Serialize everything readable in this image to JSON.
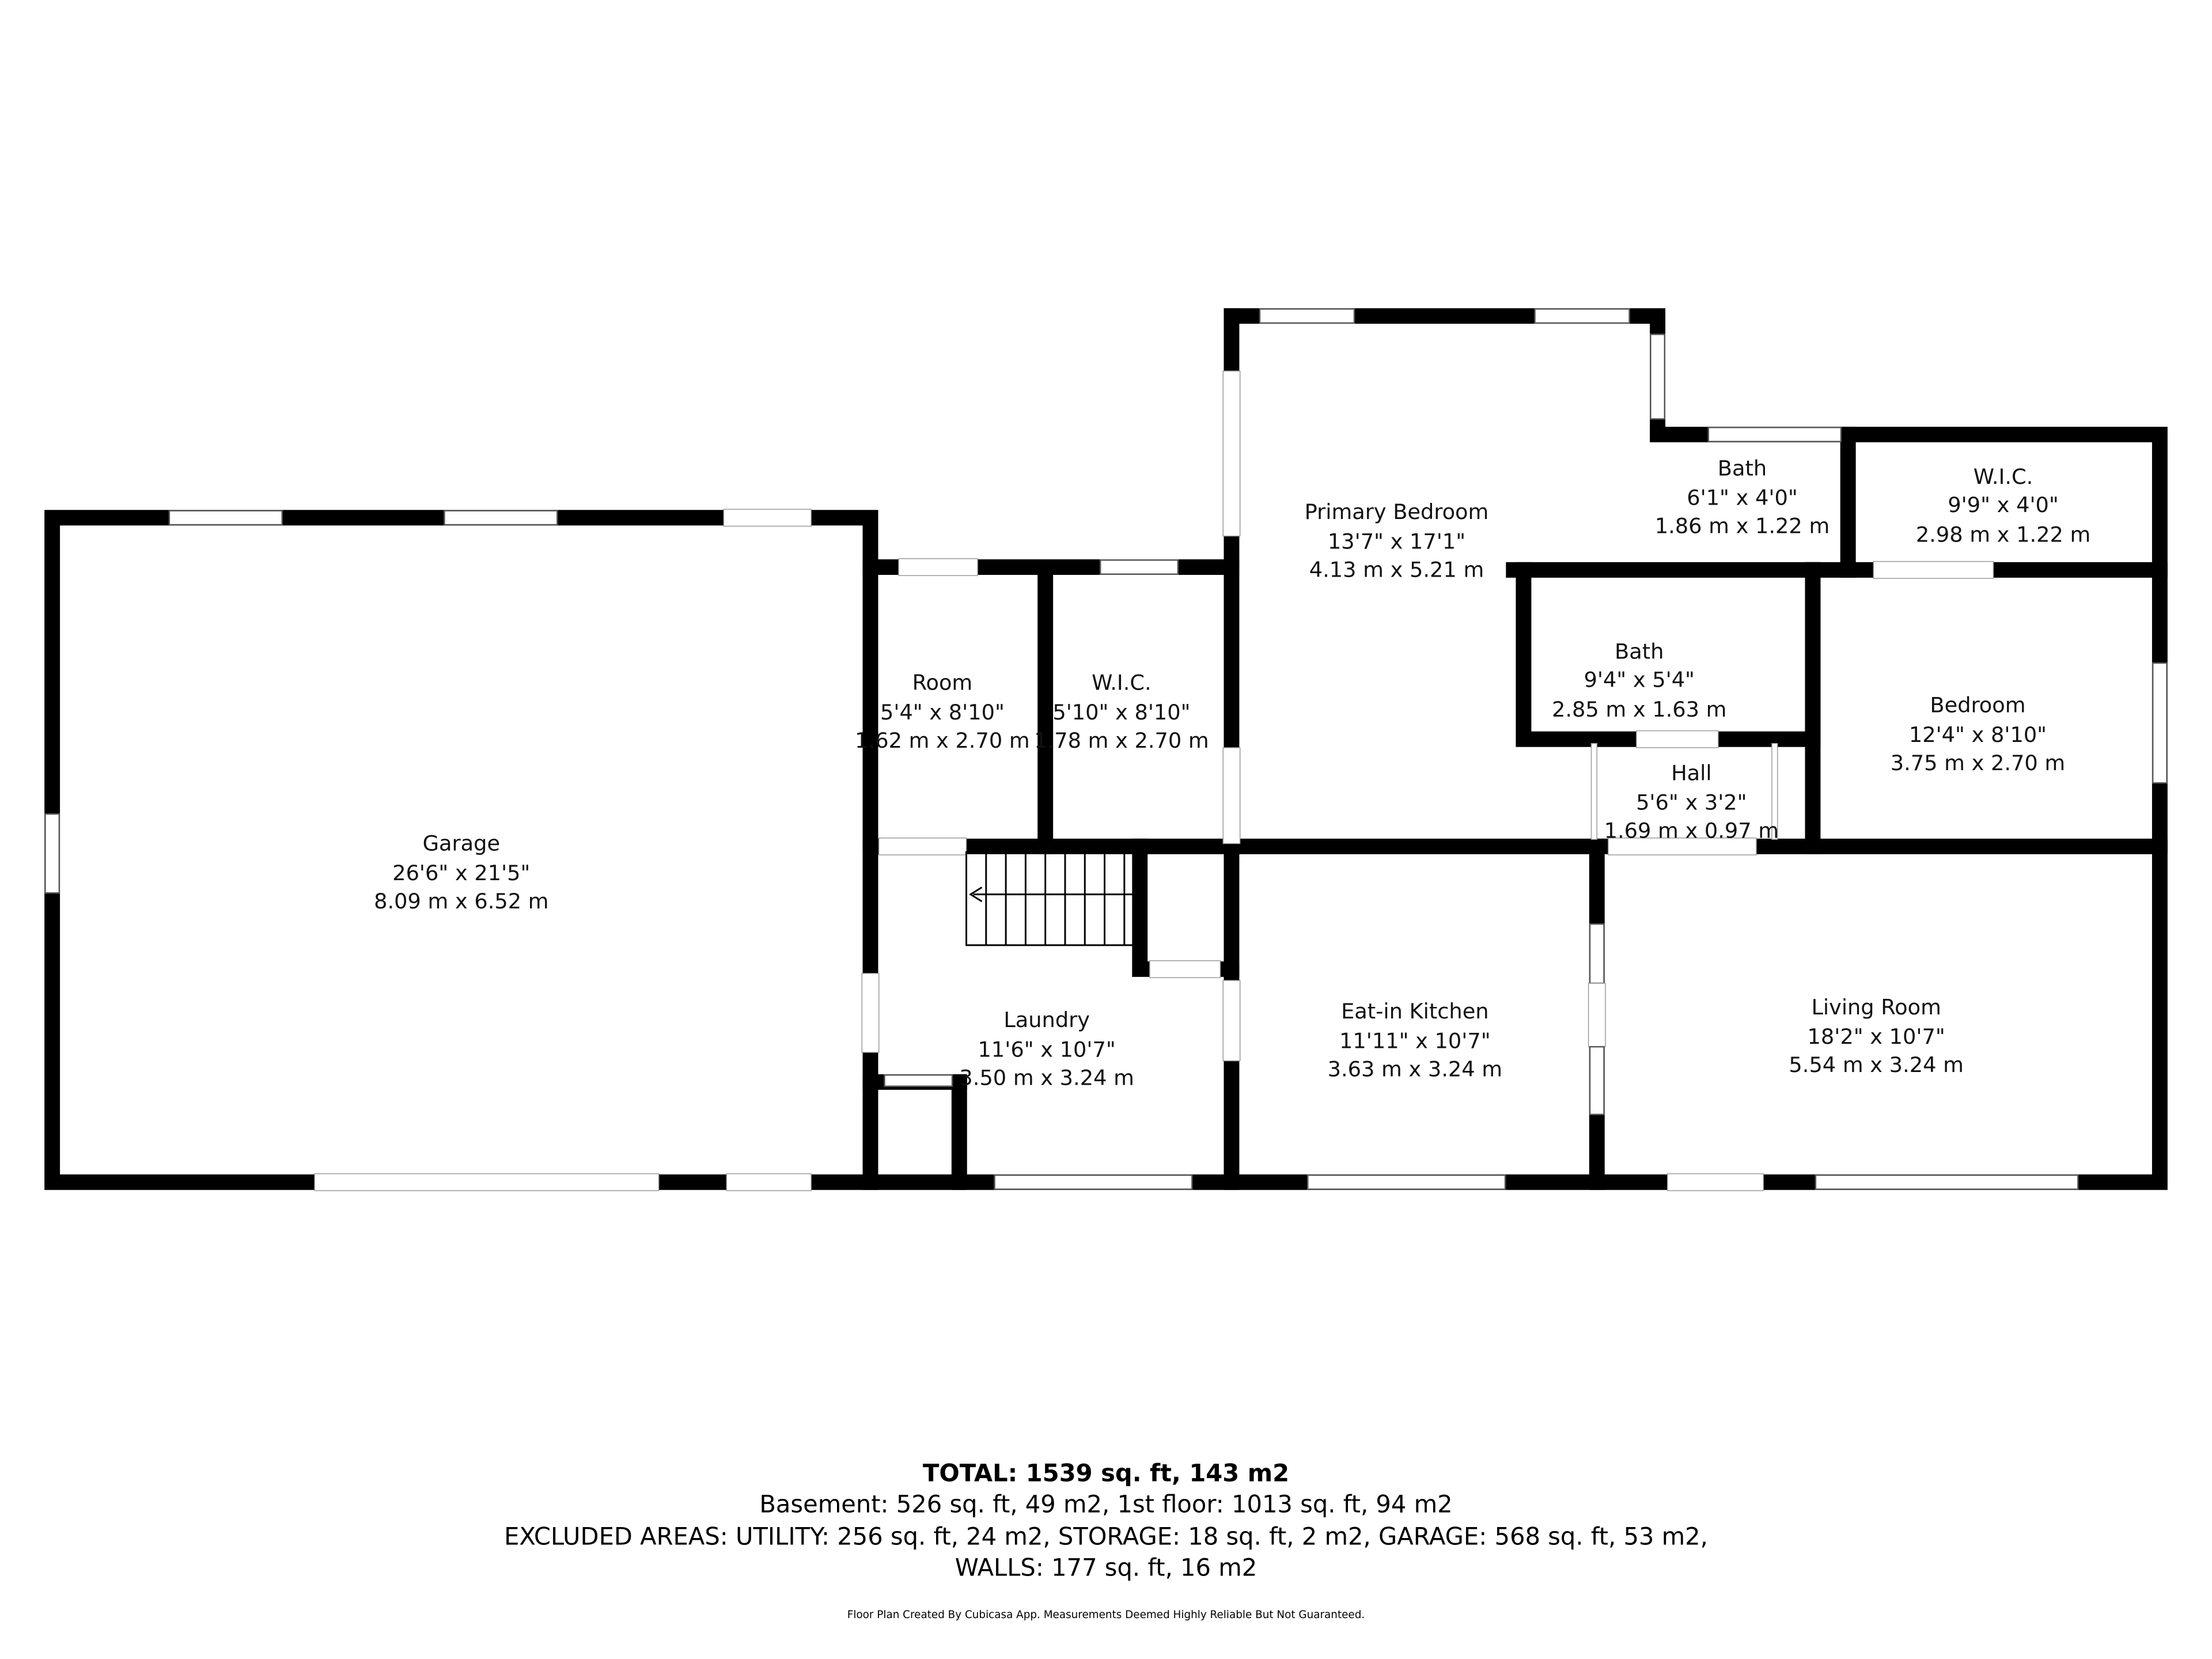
{
  "rooms": {
    "garage": {
      "name": "Garage",
      "imperial": "26'6\" x 21'5\"",
      "metric": "8.09 m x 6.52 m"
    },
    "room": {
      "name": "Room",
      "imperial": "5'4\" x 8'10\"",
      "metric": "1.62 m x 2.70 m"
    },
    "wic1": {
      "name": "W.I.C.",
      "imperial": "5'10\" x 8'10\"",
      "metric": "1.78 m x 2.70 m"
    },
    "primary": {
      "name": "Primary Bedroom",
      "imperial": "13'7\" x 17'1\"",
      "metric": "4.13 m x 5.21 m"
    },
    "bath1": {
      "name": "Bath",
      "imperial": "6'1\" x 4'0\"",
      "metric": "1.86 m x 1.22 m"
    },
    "wic2": {
      "name": "W.I.C.",
      "imperial": "9'9\" x 4'0\"",
      "metric": "2.98 m x 1.22 m"
    },
    "bath2": {
      "name": "Bath",
      "imperial": "9'4\" x 5'4\"",
      "metric": "2.85 m x 1.63 m"
    },
    "hall": {
      "name": "Hall",
      "imperial": "5'6\" x 3'2\"",
      "metric": "1.69 m x 0.97 m"
    },
    "bedroom": {
      "name": "Bedroom",
      "imperial": "12'4\" x 8'10\"",
      "metric": "3.75 m x 2.70 m"
    },
    "laundry": {
      "name": "Laundry",
      "imperial": "11'6\" x 10'7\"",
      "metric": "3.50 m x 3.24 m"
    },
    "kitchen": {
      "name": "Eat-in Kitchen",
      "imperial": "11'11\" x 10'7\"",
      "metric": "3.63 m x 3.24 m"
    },
    "living": {
      "name": "Living Room",
      "imperial": "18'2\" x 10'7\"",
      "metric": "5.54 m x 3.24 m"
    }
  },
  "summary": {
    "total": "TOTAL: 1539 sq. ft, 143 m2",
    "floors": "Basement: 526 sq. ft, 49 m2, 1st floor: 1013 sq. ft, 94 m2",
    "excluded": "EXCLUDED AREAS: UTILITY: 256 sq. ft, 24 m2, STORAGE: 18 sq. ft, 2 m2, GARAGE: 568 sq. ft, 53 m2,",
    "walls": "WALLS: 177 sq. ft, 16 m2",
    "footer": "Floor Plan Created By Cubicasa App. Measurements Deemed Highly Reliable But Not Guaranteed."
  }
}
